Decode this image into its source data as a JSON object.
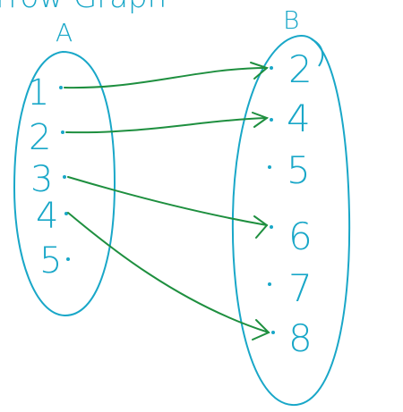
{
  "title": "Arrow Graph",
  "colors": {
    "ink": "#19a7c8",
    "arrow": "#1e8f3f"
  },
  "set_a": {
    "label": "A",
    "elements": [
      "1",
      "2",
      "3",
      "4",
      "5"
    ]
  },
  "set_b": {
    "label": "B",
    "elements": [
      "2",
      "4",
      "5",
      "6",
      "7",
      "8"
    ]
  },
  "mapping": [
    {
      "from": "1",
      "to": "2"
    },
    {
      "from": "2",
      "to": "4"
    },
    {
      "from": "3",
      "to": "6"
    },
    {
      "from": "4",
      "to": "8"
    }
  ]
}
